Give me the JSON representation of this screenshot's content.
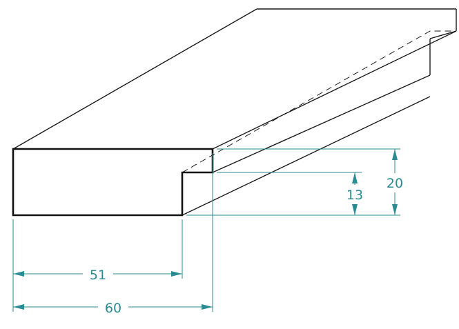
{
  "diagram": {
    "dimensions": {
      "total_width": "60",
      "lower_width": "51",
      "total_height": "20",
      "lower_height": "13"
    },
    "colors": {
      "outline": "#111111",
      "dimension": "#2b8a92",
      "background": "#ffffff"
    }
  }
}
